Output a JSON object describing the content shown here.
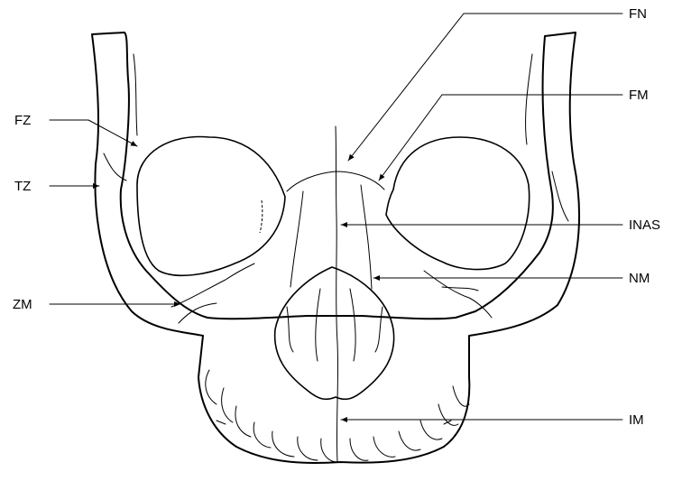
{
  "labels": {
    "fn": "FN",
    "fm": "FM",
    "inas": "INAS",
    "nm": "NM",
    "im": "IM",
    "fz": "FZ",
    "tz": "TZ",
    "zm": "ZM"
  },
  "colors": {
    "line": "#000000",
    "background": "#ffffff"
  }
}
